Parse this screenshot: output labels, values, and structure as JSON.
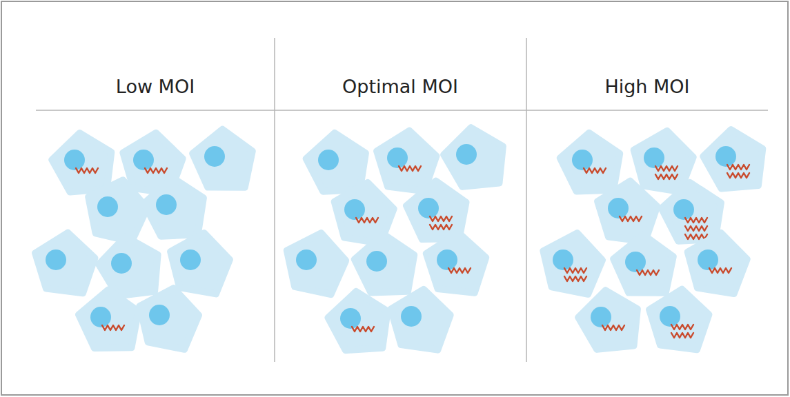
{
  "diagram": {
    "labels": [
      "Low MOI",
      "Optimal MOI",
      "High MOI"
    ]
  }
}
